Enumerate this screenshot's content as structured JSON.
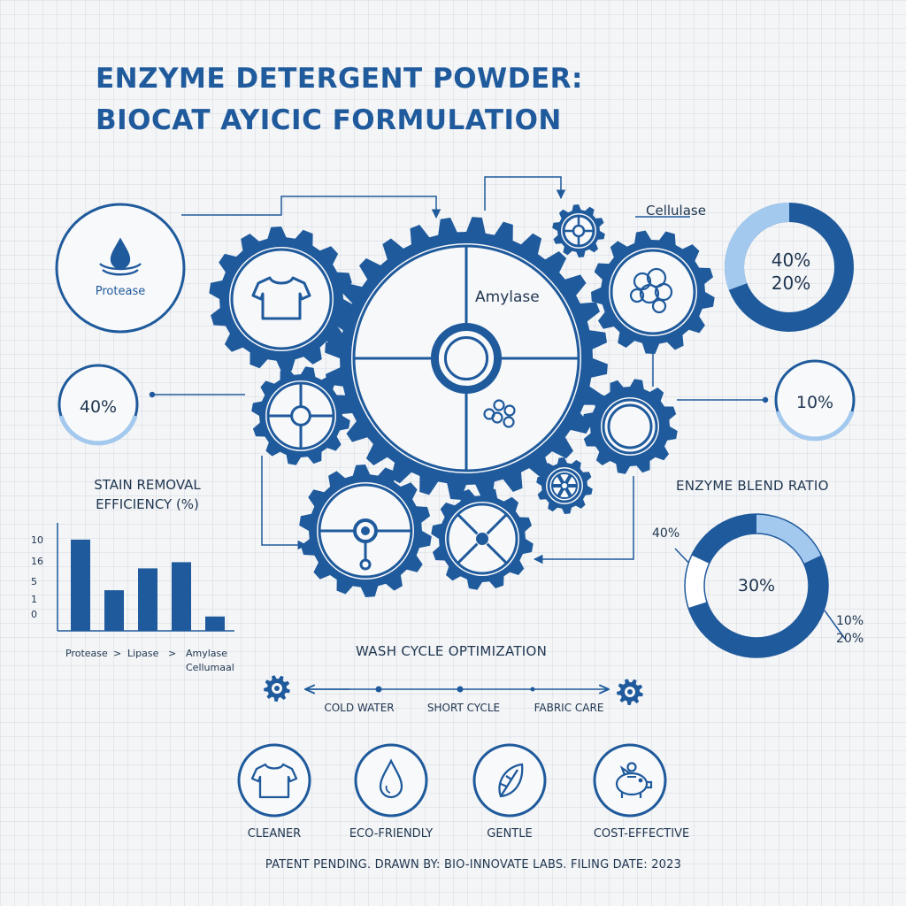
{
  "title": {
    "line1": "ENZYME DETERGENT POWDER:",
    "line2": "BIOCAT AYICIC FORMULATION"
  },
  "diagram": {
    "protease_label": "Protease",
    "amylase_label": "Amylase",
    "cellulase_label": "Cellulase",
    "left_badge": "40%",
    "right_badge": "10%",
    "top_donut_line1": "40%",
    "top_donut_line2": "20%"
  },
  "blend_ratio": {
    "title": "ENZYME BLEND RATIO",
    "center_label": "30%",
    "label_left": "40%",
    "label_right_1": "10%",
    "label_right_2": "20%",
    "segments": [
      {
        "share": 0.18,
        "color": "#a3c9ee"
      },
      {
        "share": 0.52,
        "color": "#1f5a9c"
      },
      {
        "share": 0.12,
        "color": "#ffffff"
      },
      {
        "share": 0.18,
        "color": "#1f5a9c"
      }
    ]
  },
  "chart_data": {
    "type": "bar",
    "title": "STAIN REMOVAL EFFICIENCY (%)",
    "y_tick_labels": [
      "10",
      "16",
      "5",
      "1",
      "0"
    ],
    "x_tick_labels": [
      "Protease",
      ">",
      "Lipase",
      ">",
      "Amylase",
      "Cellumaal"
    ],
    "values": [
      14.6,
      6.5,
      10.0,
      11.0,
      2.3
    ],
    "ylim": [
      0,
      17
    ],
    "bar_color": "#1f5a9c"
  },
  "wash_cycle": {
    "title": "WASH CYCLE OPTIMIZATION",
    "steps": [
      "COLD WATER",
      "SHORT CYCLE",
      "FABRIC CARE"
    ]
  },
  "benefits": [
    {
      "label": "CLEANER",
      "icon": "t-shirt-icon"
    },
    {
      "label": "ECO-FRIENDLY",
      "icon": "water-drop-icon"
    },
    {
      "label": "GENTLE",
      "icon": "leaf-icon"
    },
    {
      "label": "COST-EFFECTIVE",
      "icon": "piggy-bank-icon"
    }
  ],
  "footer": "PATENT PENDING. DRAWN BY: BIO-INNOVATE LABS. FILING DATE: 2023",
  "colors": {
    "primary": "#1f5a9c",
    "light": "#a3c9ee",
    "background": "#f4f5f6"
  }
}
